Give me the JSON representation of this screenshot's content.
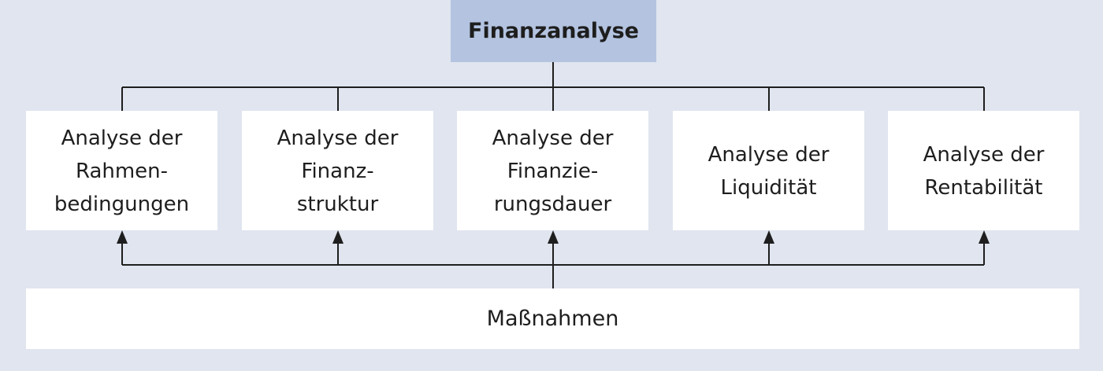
{
  "diagram": {
    "root": {
      "label": "Finanzanalyse"
    },
    "children": [
      {
        "label": "Analyse der\nRahmen-\nbedingungen"
      },
      {
        "label": "Analyse der\nFinanz-\nstruktur"
      },
      {
        "label": "Analyse der\nFinanzie-\nrungsdauer"
      },
      {
        "label": "Analyse der\nLiquidität"
      },
      {
        "label": "Analyse der\nRentabilität"
      }
    ],
    "actions": {
      "label": "Maßnahmen"
    },
    "colors": {
      "background": "#e0e5ef",
      "root_fill": "#b3c3e0",
      "box_fill": "#ffffff",
      "line": "#1e1e1e"
    }
  }
}
